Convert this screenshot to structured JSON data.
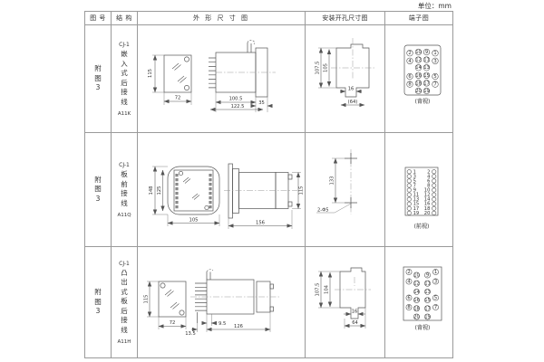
{
  "unit_label": "单位：mm",
  "headers": {
    "fig": "图 号",
    "structure": "结 构",
    "outline": "外 形 尺 寸 图",
    "mounting": "安装开孔尺寸图",
    "terminal": "端子图"
  },
  "rows": [
    {
      "fig_no": "附图3",
      "series": "CJ-1",
      "structure_name": "嵌入式后接线",
      "model": "A11K",
      "outline": {
        "front_h": "115",
        "front_w": "72",
        "body_d": "100.5",
        "total_d": "122.5",
        "bezel_d": "35"
      },
      "mounting": {
        "cut_h": "107.5",
        "cut_h2": "105",
        "notch_w": "16",
        "cut_w": "(64)"
      },
      "terminal": {
        "type": "grid20",
        "view": "(背视)",
        "outer_left": [
          "2",
          "4",
          "6",
          "8"
        ],
        "inner_left": [
          "10",
          "12",
          "14",
          "16",
          "18",
          "20"
        ],
        "inner_right": [
          "9",
          "11",
          "13",
          "15",
          "17",
          "19"
        ],
        "outer_right": [
          "1",
          "3",
          "5",
          "7"
        ]
      }
    },
    {
      "fig_no": "附图3",
      "series": "CJ-1",
      "structure_name": "板前接线",
      "model": "A11Q",
      "outline": {
        "front_h": "148",
        "front_h2": "125",
        "front_w": "105",
        "side_d": "156",
        "side_h": "115"
      },
      "mounting": {
        "hole_span": "133",
        "holes": "2-Φ5"
      },
      "terminal": {
        "type": "dual",
        "view": "(前视)",
        "left": [
          "1",
          "3",
          "5",
          "7",
          "9",
          "11",
          "13",
          "15",
          "17",
          "19"
        ],
        "right": [
          "2",
          "4",
          "6",
          "8",
          "10",
          "12",
          "14",
          "16",
          "18",
          "20"
        ]
      }
    },
    {
      "fig_no": "附图3",
      "series": "CJ-1",
      "structure_name": "凸出式板后接线",
      "model": "A11H",
      "outline": {
        "front_h": "115",
        "front_w": "72",
        "flange_d": "13.5",
        "panel_d": "9.5",
        "body_d": "126"
      },
      "mounting": {
        "cut_h": "107.5",
        "cut_h2": "104",
        "notch_w": "16",
        "cut_w": "64"
      },
      "terminal": {
        "type": "grid20_stagger",
        "view": "(背视)",
        "outer_left": [
          "2",
          "4",
          "6",
          "8"
        ],
        "inner_left": [
          "10",
          "12",
          "14",
          "16",
          "18",
          "20"
        ],
        "inner_right": [
          "9",
          "11",
          "13",
          "15",
          "17",
          "19"
        ],
        "outer_right": [
          "1",
          "3",
          "5",
          "7"
        ]
      }
    }
  ]
}
